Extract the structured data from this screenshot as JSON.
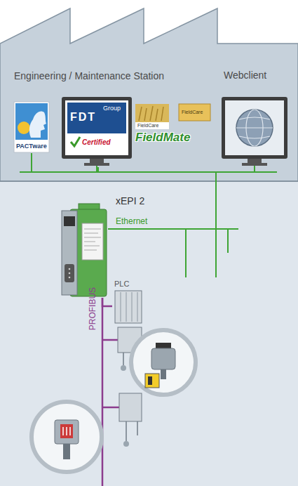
{
  "diagram": {
    "nodes": [
      {
        "text": [
          "Engineering / Maintenance Station"
        ]
      },
      {
        "text": [
          "Webclient"
        ]
      },
      {
        "text": [
          "xEPI 2"
        ]
      },
      {
        "text": [
          "PLC"
        ]
      }
    ],
    "edges": [
      {
        "from": 2,
        "to": 0,
        "arrow": "none",
        "label": "Ethernet"
      },
      {
        "from": 2,
        "to": 1,
        "arrow": "none"
      },
      {
        "from": 2,
        "to": 3,
        "arrow": "none",
        "label": "PROFIBUS"
      }
    ],
    "labels": [
      "PACTware",
      "FDT",
      "Group",
      "Certified",
      "FieldCare",
      "FieldCare",
      "FieldMate"
    ]
  }
}
